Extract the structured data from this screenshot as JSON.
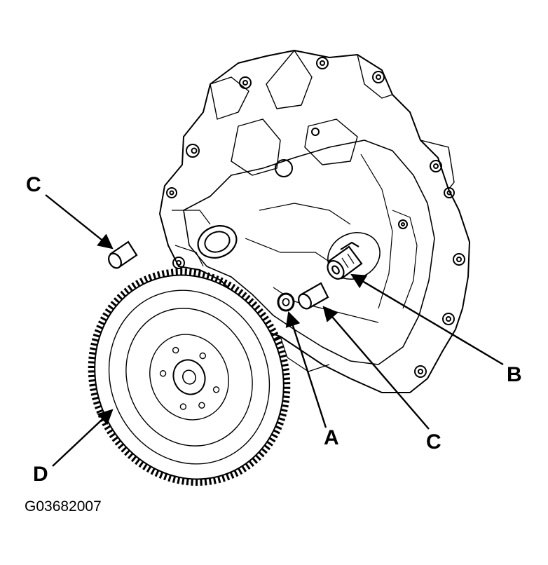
{
  "labels": {
    "c_top": "C",
    "b": "B",
    "a": "A",
    "c_bottom": "C",
    "d": "D"
  },
  "figure_id": "G03682007"
}
